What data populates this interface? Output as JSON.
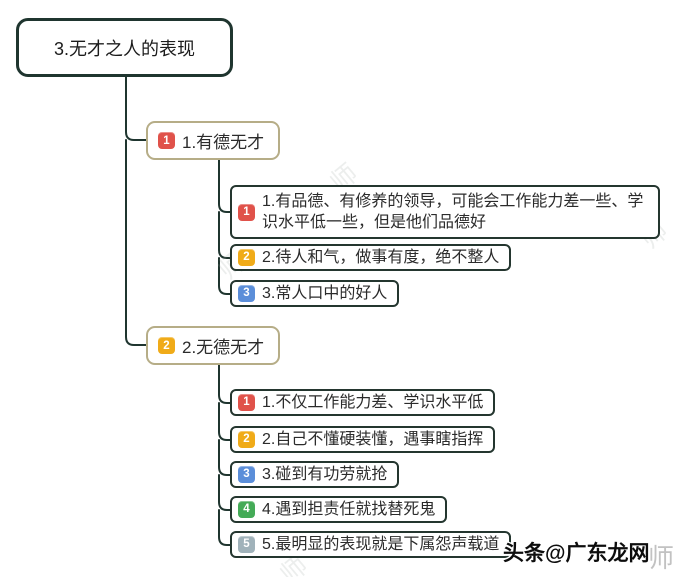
{
  "root": {
    "label": "3.无才之人的表现"
  },
  "branches": [
    {
      "badge": "1",
      "label": "1.有德无才",
      "children": [
        {
          "badge": "1",
          "text": "1.有品德、有修养的领导，可能会工作能力差一些、学识水平低一些，但是他们品德好"
        },
        {
          "badge": "2",
          "text": "2.待人和气，做事有度，绝不整人"
        },
        {
          "badge": "3",
          "text": "3.常人口中的好人"
        }
      ]
    },
    {
      "badge": "2",
      "label": "2.无德无才",
      "children": [
        {
          "badge": "1",
          "text": "1.不仅工作能力差、学识水平低"
        },
        {
          "badge": "2",
          "text": "2.自己不懂硬装懂，遇事瞎指挥"
        },
        {
          "badge": "3",
          "text": "3.碰到有功劳就抢"
        },
        {
          "badge": "4",
          "text": "4.遇到担责任就找替死鬼"
        },
        {
          "badge": "5",
          "text": "5.最明显的表现就是下属怨声载道"
        }
      ]
    }
  ],
  "watermark": {
    "main": "头条@广东龙网",
    "side": "师",
    "tile": "师"
  },
  "colors": {
    "root_border": "#1f352f",
    "branch_border": "#b6ad87",
    "leaf_border": "#24362f",
    "connector": "#1f352f",
    "badge_red": "#e0524a",
    "badge_yellow": "#f0ab18",
    "badge_blue": "#5b8ed9",
    "badge_green": "#44ab57",
    "badge_gray": "#a0b2ba"
  }
}
